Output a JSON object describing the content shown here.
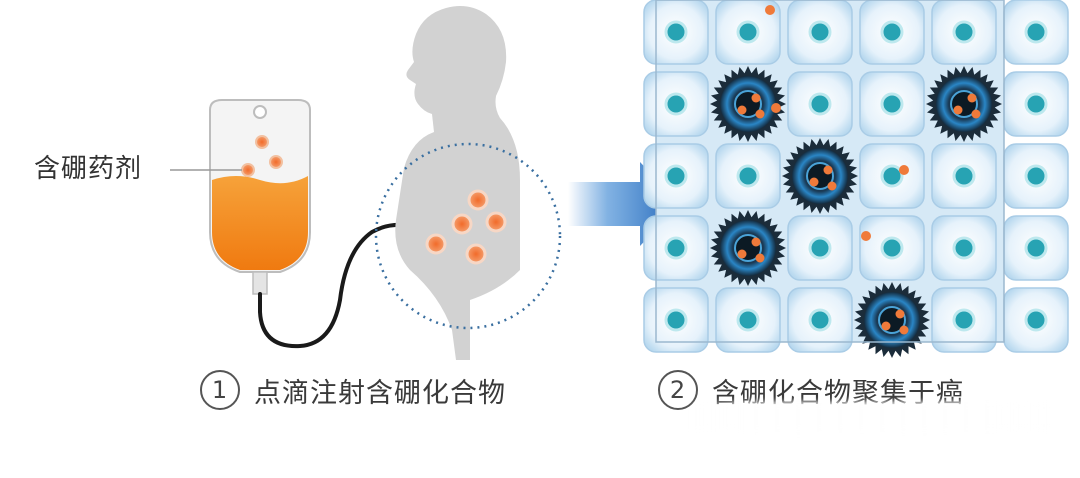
{
  "labels": {
    "drug": "含硼药剂"
  },
  "steps": [
    {
      "number": "1",
      "text": "点滴注射含硼化合物"
    },
    {
      "number": "2",
      "text": "含硼化合物聚集于癌"
    }
  ],
  "colors": {
    "drug_orange": "#f08a1c",
    "arrow_blue": "#2f7fd0",
    "cancer_cell": "#1f3850",
    "normal_cell": "#e8f3fb",
    "nucleus": "#27a3b3",
    "boron_dot": "#ef7a3a"
  }
}
